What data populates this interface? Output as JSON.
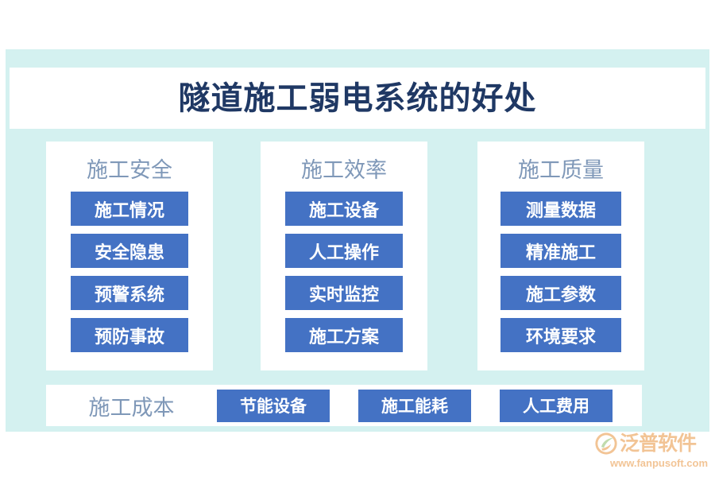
{
  "title": "隧道施工弱电系统的好处",
  "colors": {
    "panel_background": "#d4f1f0",
    "card_background": "#ffffff",
    "chip_blue": "#4472c4",
    "title_navy": "#1f3864",
    "header_blue_gray": "#7f98b8",
    "logo_orange": "#e8943f"
  },
  "columns": [
    {
      "header": "施工安全",
      "items": [
        "施工情况",
        "安全隐患",
        "预警系统",
        "预防事故"
      ]
    },
    {
      "header": "施工效率",
      "items": [
        "施工设备",
        "人工操作",
        "实时监控",
        "施工方案"
      ]
    },
    {
      "header": "施工质量",
      "items": [
        "测量数据",
        "精准施工",
        "施工参数",
        "环境要求"
      ]
    }
  ],
  "bottom_row": {
    "label": "施工成本",
    "items": [
      "节能设备",
      "施工能耗",
      "人工费用"
    ]
  },
  "logo": {
    "mark": "fanpu-swoosh-icon",
    "name": "泛普软件",
    "url": "www.fanpusoft.com"
  }
}
